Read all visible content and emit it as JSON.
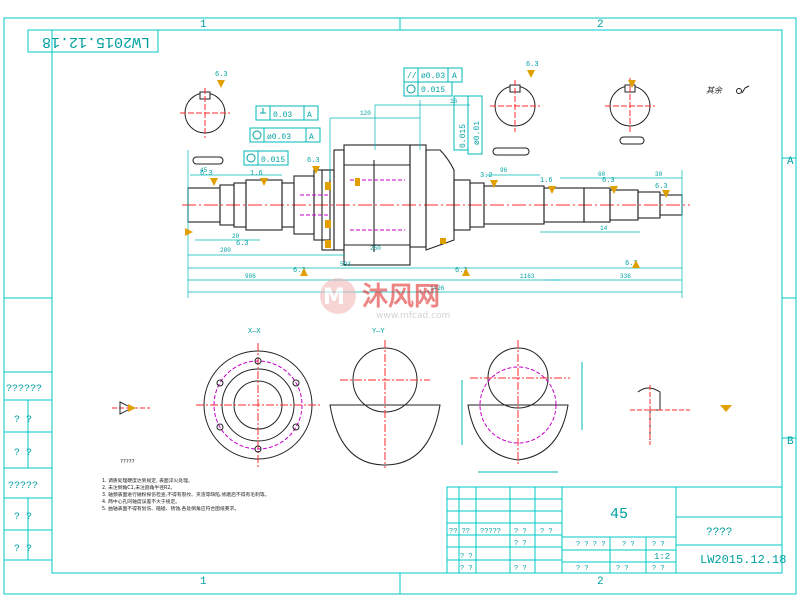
{
  "frame": {
    "zone_top_left": "1",
    "zone_top_right": "2",
    "zone_bottom_left": "1",
    "zone_bottom_right": "2",
    "zone_side_top": "A",
    "zone_side_bottom": "B"
  },
  "drawing_number_flipped": "LW2015.12.18",
  "watermark": {
    "brand": "沐风网",
    "url": "www.mfcad.com"
  },
  "tolerances": {
    "parallel": "//",
    "parallel_value": "ø0.03",
    "datum_a": "A",
    "circularity_value": "0.015",
    "perp_value": "0.03",
    "position_value": "ø0.03",
    "left_circ_value": "0.015",
    "vert_circ_value": "0.015",
    "vert_runout_value": "ø0.01"
  },
  "roughness": {
    "r63": "6.3",
    "r32": "3.2",
    "r16": "1.6"
  },
  "section_labels": {
    "xx": "X—X",
    "yy": "Y—Y"
  },
  "dims": {
    "d1": "1426",
    "d2": "1163",
    "d3": "906",
    "d4": "593",
    "d5": "336",
    "d6": "280",
    "d7": "250",
    "d8": "120",
    "d9": "45",
    "d10": "96",
    "d11": "60",
    "d12": "30",
    "d13": "20",
    "d14": "14",
    "d15": "16"
  },
  "side_note": "其余",
  "notes_title": "?????",
  "notes": [
    "1. 调质处理硬度达到规定, 表面淬火处理。",
    "2. 未注倒角C1,未注圆角半径R2。",
    "3. 轴颈表面进行磁粉探伤检查,不得有裂纹、夹渣等缺陷,修磨后不得有毛刺等。",
    "4. 两中心孔同轴度误差不大于规定。",
    "5. 曲轴表面不得有划伤、磕碰、锈蚀,各处倒角应符合图纸要求。"
  ],
  "left_table": [
    "??????",
    "?  ?",
    "?  ?",
    "?????",
    "?  ?",
    "?  ?"
  ],
  "title_block": {
    "part_name": "????",
    "material": "45",
    "drawing_no": "LW2015.12.18",
    "scale": "1:2",
    "row1": [
      "?? ??",
      "?????",
      "? ?",
      "? ?"
    ],
    "row2": [
      "? ?",
      "? ?",
      "? ? ? ?",
      "? ?",
      "? ?"
    ],
    "row3": [
      "? ?",
      "? ?",
      "? ?",
      "? ?",
      "? ?"
    ]
  },
  "colors": {
    "frame": "#00c8c8",
    "outline": "#222222",
    "center": "#ff2a2a",
    "dim": "#00b8b8",
    "hidden": "#c800c8",
    "note": "#e0a000",
    "watermark": "#e02020"
  }
}
